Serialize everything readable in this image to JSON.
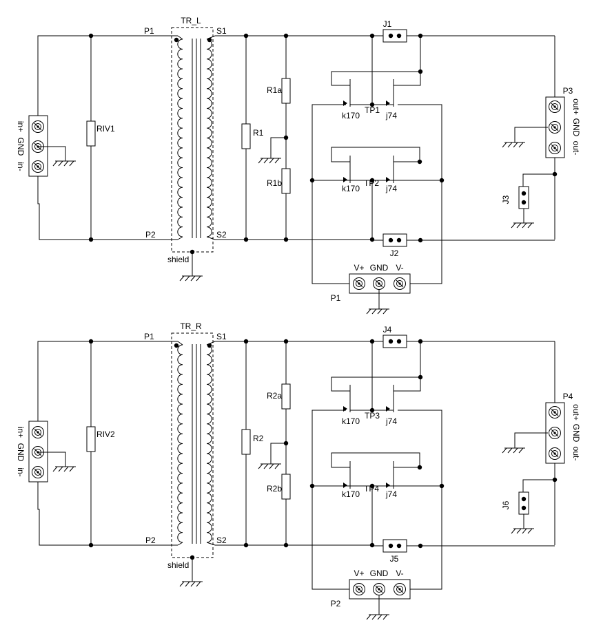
{
  "channels": [
    {
      "transformer": "TR_L",
      "pri_top": "P1",
      "pri_bot": "P2",
      "sec_top": "S1",
      "sec_bot": "S2",
      "shield": "shield",
      "varistor": "RIV1",
      "res": "R1",
      "res_a": "R1a",
      "res_b": "R1b",
      "tp_top": "TP1",
      "tp_bot": "TP2",
      "fet_n": "k170",
      "fet_p": "j74",
      "jumper_top": "J1",
      "jumper_bot": "J2",
      "jumper_gnd": "J3",
      "out_conn": "P3",
      "pwr_conn": "P1",
      "in_labels": [
        "in+",
        "GND",
        "in-"
      ],
      "out_labels": [
        "out+",
        "GND",
        "out-"
      ],
      "pwr_labels": [
        "V+",
        "GND",
        "V-"
      ]
    },
    {
      "transformer": "TR_R",
      "pri_top": "P1",
      "pri_bot": "P2",
      "sec_top": "S1",
      "sec_bot": "S2",
      "shield": "shield",
      "varistor": "RIV2",
      "res": "R2",
      "res_a": "R2a",
      "res_b": "R2b",
      "tp_top": "TP3",
      "tp_bot": "TP4",
      "fet_n": "k170",
      "fet_p": "j74",
      "jumper_top": "J4",
      "jumper_bot": "J5",
      "jumper_gnd": "J6",
      "out_conn": "P4",
      "pwr_conn": "P2",
      "in_labels": [
        "in+",
        "GND",
        "in-"
      ],
      "out_labels": [
        "out+",
        "GND",
        "out-"
      ],
      "pwr_labels": [
        "V+",
        "GND",
        "V-"
      ]
    }
  ]
}
